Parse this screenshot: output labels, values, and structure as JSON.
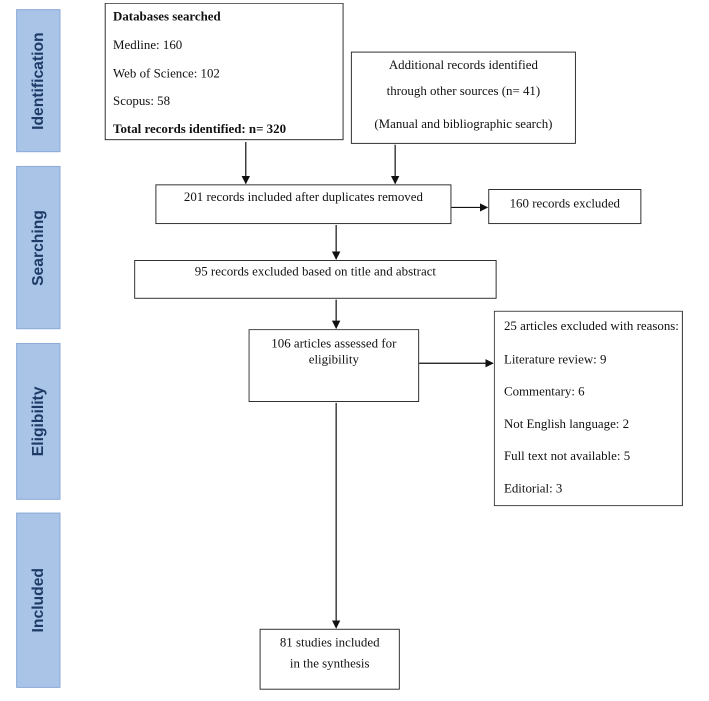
{
  "phases": {
    "identification": "Identification",
    "searching": "Searching",
    "eligibility": "Eligibility",
    "included": "Included"
  },
  "databases": {
    "heading": "Databases searched",
    "medline": "Medline: 160",
    "wos": "Web of Science: 102",
    "scopus": "Scopus: 58",
    "total": "Total records identified: n= 320"
  },
  "additional": {
    "line1": "Additional records identified",
    "line2": "through other sources (n= 41)",
    "line3": "(Manual and bibliographic search)"
  },
  "after_duplicates": "201 records included after duplicates removed",
  "excluded_160": "160 records excluded",
  "excluded_title_abstract": "95 records excluded based on title and abstract",
  "assessed": {
    "line1": "106 articles assessed for",
    "line2": "eligibility"
  },
  "excluded_reasons": {
    "heading": "25 articles excluded with reasons:",
    "items": [
      "Literature review: 9",
      "Commentary: 6",
      "Not English language: 2",
      "Full text not available: 5",
      "Editorial: 3"
    ]
  },
  "included": {
    "line1": "81 studies included",
    "line2": "in the synthesis"
  }
}
